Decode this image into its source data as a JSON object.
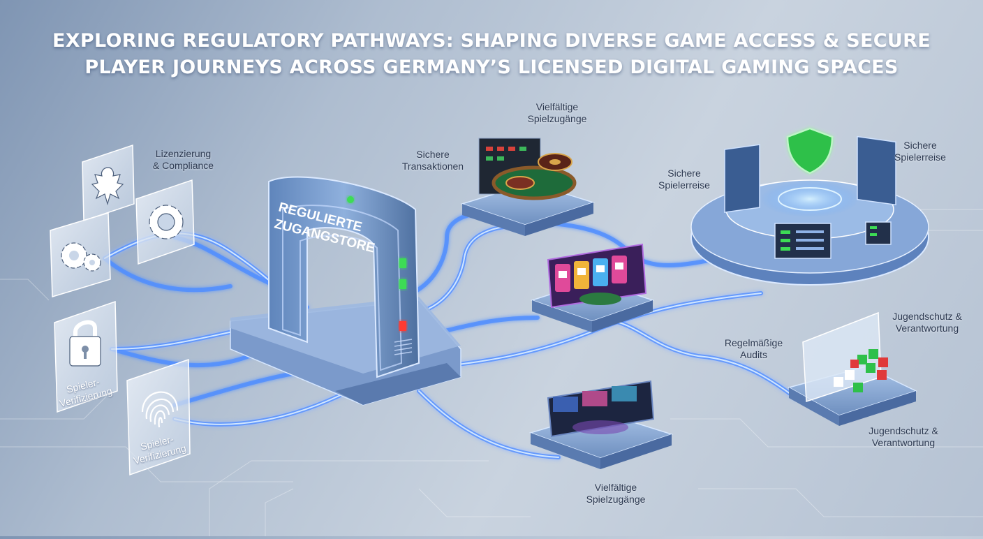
{
  "title": {
    "line1": "EXPLORING REGULATORY PATHWAYS: SHAPING DIVERSE GAME ACCESS & SECURE",
    "line2": "PLAYER JOURNEYS ACROSS GERMANY’S LICENSED DIGITAL GAMING SPACES"
  },
  "gate": {
    "line1": "REGULIERTE",
    "line2": "ZUGANGSTORE"
  },
  "labels": {
    "licensing": {
      "line1": "Lizenzierung",
      "line2": "& Compliance"
    },
    "verification_card": {
      "line1": "Spieler-",
      "line2": "Verifizierung"
    },
    "verification_card2": {
      "line1": "Spieler-",
      "line2": "Verifizierung"
    },
    "transactions": {
      "line1": "Sichere",
      "line2": "Transaktionen"
    },
    "games_top": {
      "line1": "Vielfältige",
      "line2": "Spielzugänge"
    },
    "journey_left": {
      "line1": "Sichere",
      "line2": "Spielerreise"
    },
    "journey_right": {
      "line1": "Sichere",
      "line2": "Spielerreise"
    },
    "audits": {
      "line1": "Regelmäßige",
      "line2": "Audits"
    },
    "youth_top": {
      "line1": "Jugendschutz &",
      "line2": "Verantwortung"
    },
    "youth_bottom": {
      "line1": "Jugendschutz &",
      "line2": "Verantwortung"
    },
    "games_bottom": {
      "line1": "Vielfältige",
      "line2": "Spielzugänge"
    }
  },
  "icons": [
    "eagle-icon",
    "gear-icon",
    "gears-icon",
    "lock-icon",
    "fingerprint-icon",
    "shield-icon"
  ],
  "colors": {
    "flow": "#4f8dff",
    "glow": "#9fd0ff",
    "shield": "#2fc04a",
    "status_green": "#3ddc55",
    "status_red": "#ff3b30"
  }
}
